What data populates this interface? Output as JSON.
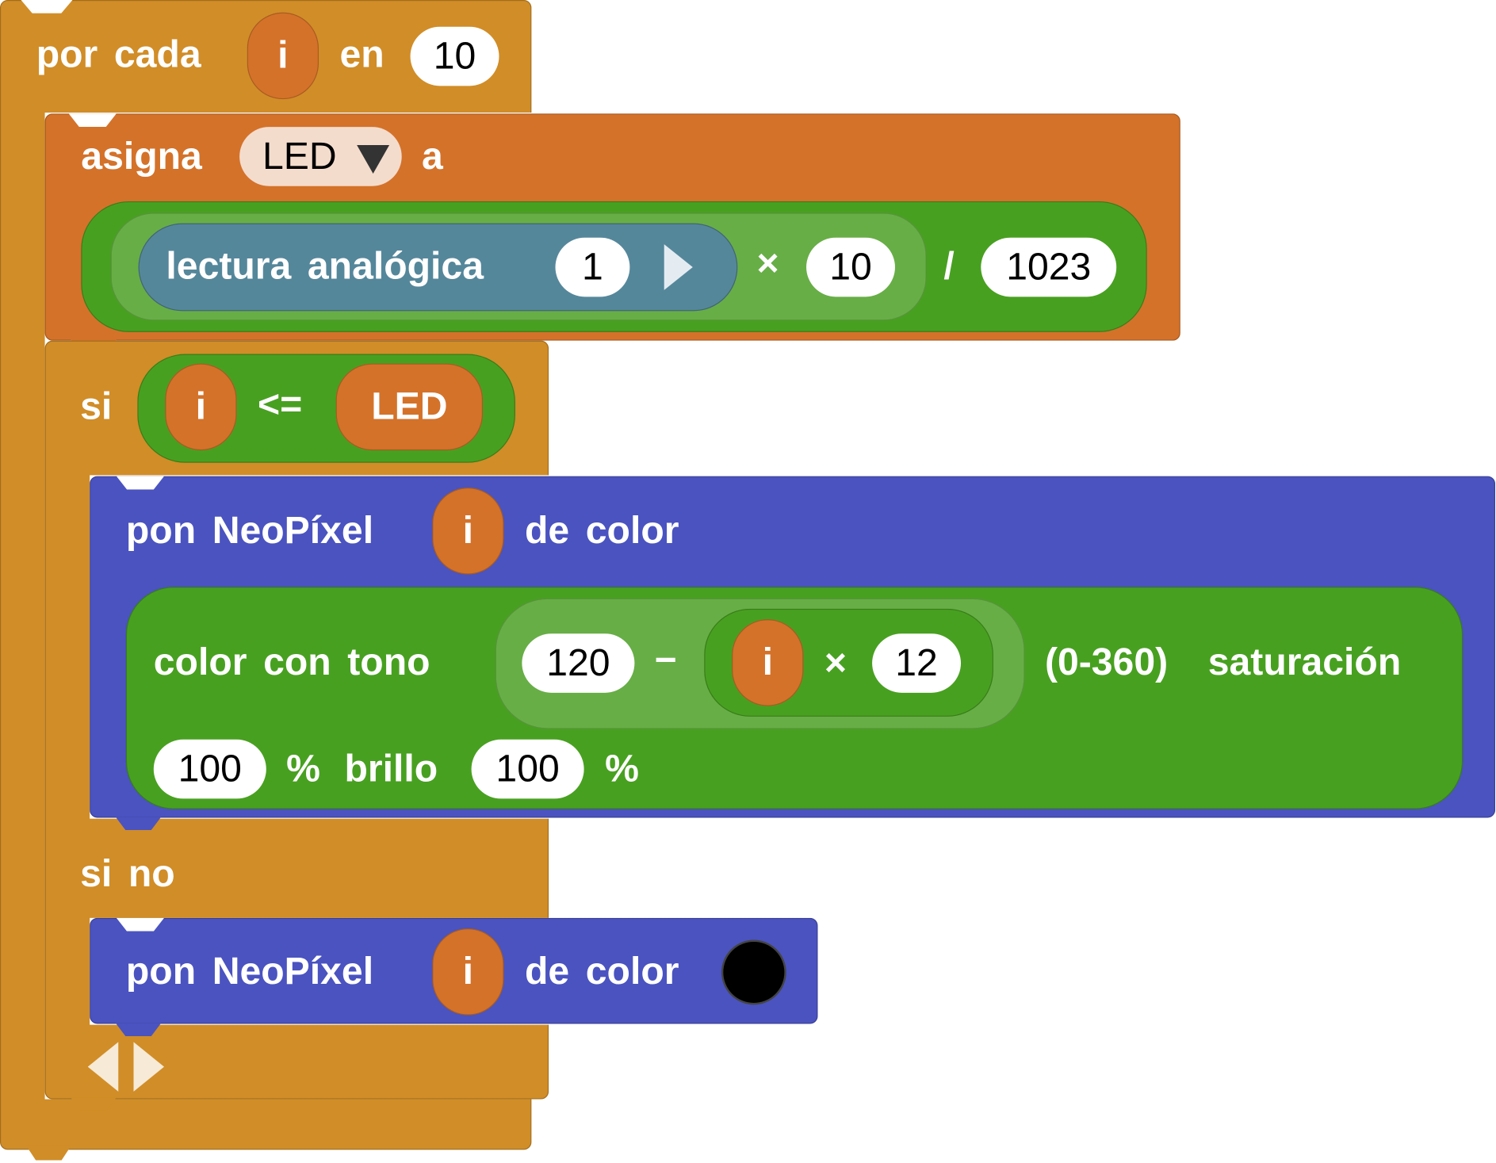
{
  "loop": {
    "label_for": "por cada",
    "var": "i",
    "label_in": "en",
    "count": "10"
  },
  "assign": {
    "label": "asigna",
    "var": "LED",
    "label_to": "a"
  },
  "expr": {
    "analog_label": "lectura analógica",
    "pin": "1",
    "op_mul": "×",
    "mul_value": "10",
    "op_div": "/",
    "div_value": "1023"
  },
  "cond": {
    "label_if": "si",
    "left": "i",
    "op": "<=",
    "right": "LED",
    "label_else": "si no"
  },
  "neo1": {
    "label": "pon NeoPíxel",
    "index": "i",
    "label_color": "de color"
  },
  "hsv": {
    "label_hue": "color con tono",
    "hue_base": "120",
    "op_minus": "−",
    "var": "i",
    "op_mul": "×",
    "factor": "12",
    "label_range": "(0-360)",
    "label_sat": "saturación",
    "sat": "100",
    "label_pct1": "%",
    "label_bright": "brillo",
    "bright": "100",
    "label_pct2": "%"
  },
  "neo2": {
    "label": "pon NeoPíxel",
    "index": "i",
    "label_color": "de color",
    "color_value": "#000000"
  },
  "colors": {
    "loop": "#d18d27",
    "variable": "#d4722a",
    "math": "#48a020",
    "neopixel": "#4a53c0",
    "input": "#55879b"
  }
}
